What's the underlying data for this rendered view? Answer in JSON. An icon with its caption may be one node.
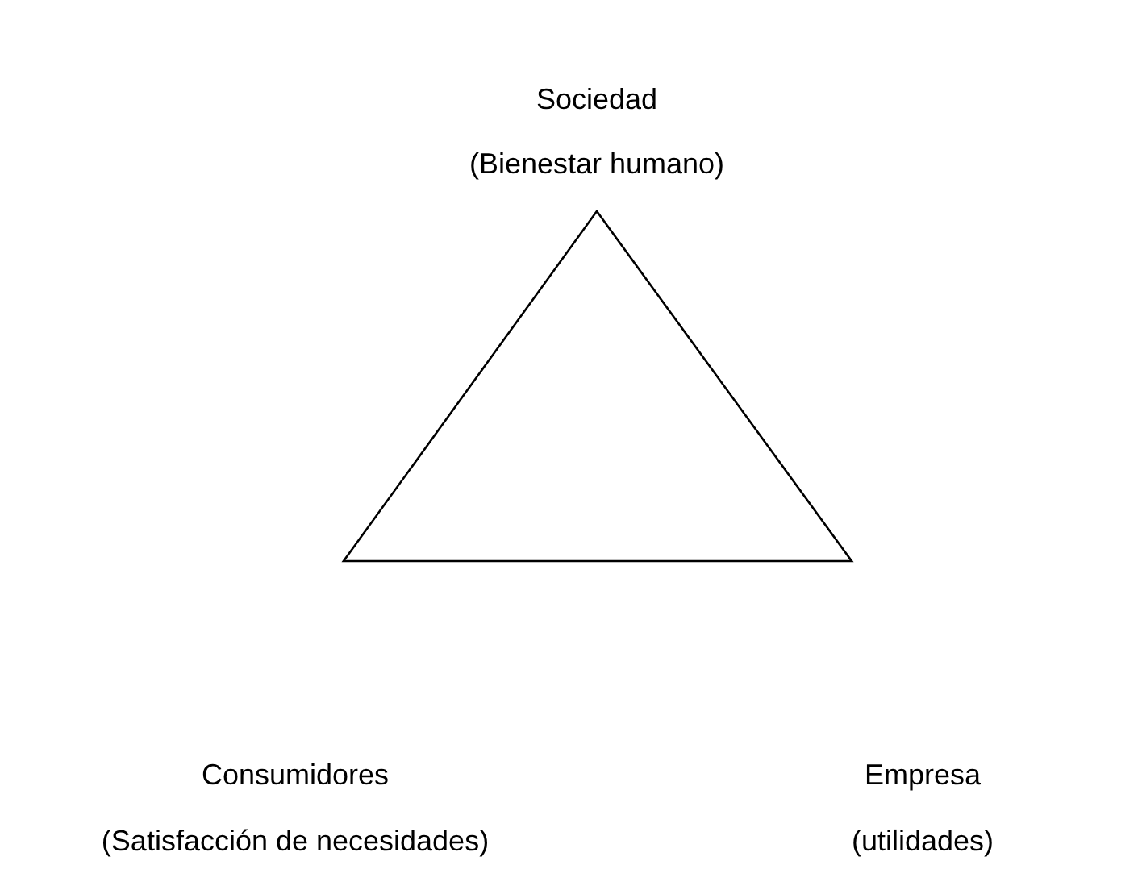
{
  "diagram": {
    "labels": [
      "Sociedad",
      "(Bienestar humano)",
      "Consumidores",
      "Empresa",
      "(Satisfacción de necesidades)",
      "(utilidades)"
    ]
  }
}
